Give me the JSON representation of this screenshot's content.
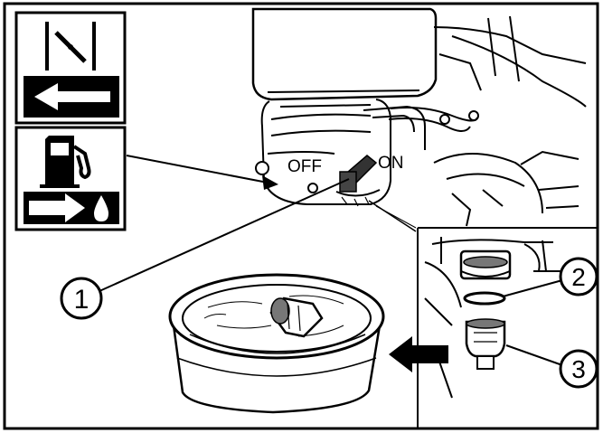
{
  "valve": {
    "off_label": "OFF",
    "on_label": "ON"
  },
  "callouts": [
    {
      "number": "1"
    },
    {
      "number": "2"
    },
    {
      "number": "3"
    }
  ],
  "icons": {
    "choke_panel": "choke-icon",
    "fuel_panel": "fuel-pump-icon",
    "left_arrow": "arrow-left-icon",
    "right_arrow": "arrow-right-icon",
    "drop": "fuel-drop-icon"
  },
  "colors": {
    "ink": "#000000",
    "paper": "#ffffff",
    "shade": "#777777"
  }
}
